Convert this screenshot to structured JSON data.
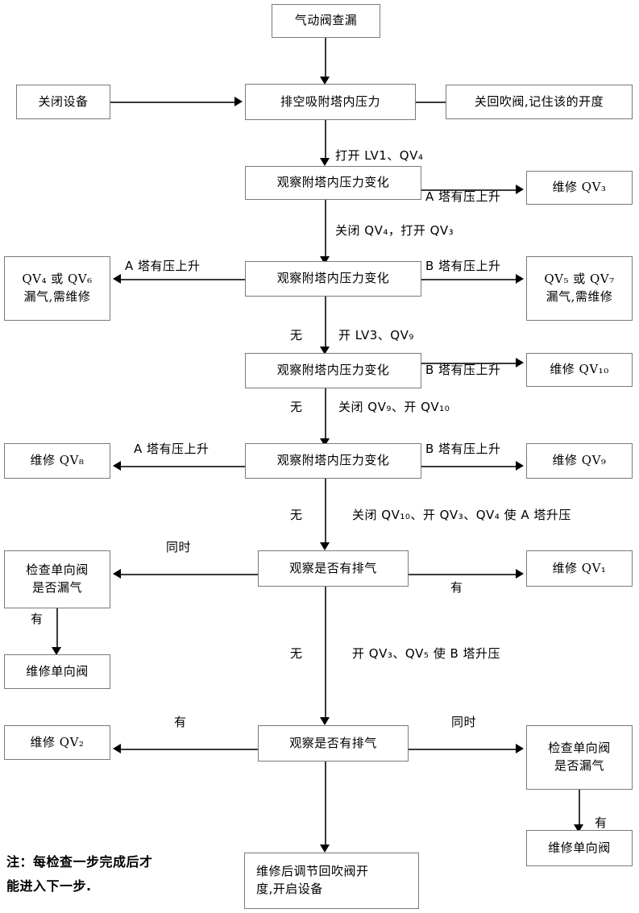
{
  "title": "气动阀查漏流程图",
  "boxes": {
    "start": "气动阀查漏",
    "vent": "排空吸附塔内压力",
    "shutdown": "关闭设备",
    "blowback": "关回吹阀,记住该的开度",
    "observe1": "观察附塔内压力变化",
    "repair_qv3": "维修 QV₃",
    "observe2": "观察附塔内压力变化",
    "leak_left_1": "QV₄ 或 QV₆",
    "leak_left_2": "漏气,需维修",
    "leak_right_1": "QV₅ 或 QV₇",
    "leak_right_2": "漏气,需维修",
    "observe3": "观察附塔内压力变化",
    "repair_qv10": "维修 QV₁₀",
    "observe4": "观察附塔内压力变化",
    "repair_qv8": "维修 QV₈",
    "repair_qv9": "维修 QV₉",
    "exhaust1": "观察是否有排气",
    "check_valve_1a": "检查单向阀",
    "check_valve_1b": "是否漏气",
    "repair_qv1": "维修 QV₁",
    "repair_check_valve_1": "维修单向阀",
    "exhaust2": "观察是否有排气",
    "repair_qv2": "维修 QV₂",
    "check_valve_2a": "检查单向阀",
    "check_valve_2b": "是否漏气",
    "repair_check_valve_2": "维修单向阀",
    "finish_1": "维修后调节回吹阀开",
    "finish_2": "度,开启设备"
  },
  "edge_labels": {
    "open_lv1_qv4": "打开 LV1、QV₄",
    "a_rise_1": "A 塔有压上升",
    "close_qv4_open_qv3": "关闭 QV₄，打开 QV₃",
    "a_rise_2": "A 塔有压上升",
    "b_rise_2": "B 塔有压上升",
    "none_1": "无",
    "open_lv3_qv9": "开 LV3、QV₉",
    "b_rise_3": "B 塔有压上升",
    "none_2": "无",
    "close_qv9_open_qv10": "关闭 QV₉、开 QV₁₀",
    "a_rise_4": "A 塔有压上升",
    "b_rise_4": "B 塔有压上升",
    "none_3": "无",
    "close_qv10_open_qv3_qv4": "关闭 QV₁₀、开 QV₃、QV₄ 使 A 塔升压",
    "same_time_1": "同时",
    "has_1": "有",
    "has_left_1": "有",
    "none_4": "无",
    "open_qv3_qv5": "开 QV₃、QV₅ 使 B 塔升压",
    "has_2": "有",
    "same_time_2": "同时",
    "has_3": "有"
  },
  "note": "注：每检查一步完成后才\n   能进入下一步.",
  "colors": {
    "box_border": "#7a7a7a",
    "line": "#3a3a3a",
    "text": "#000000",
    "background": "#ffffff"
  }
}
